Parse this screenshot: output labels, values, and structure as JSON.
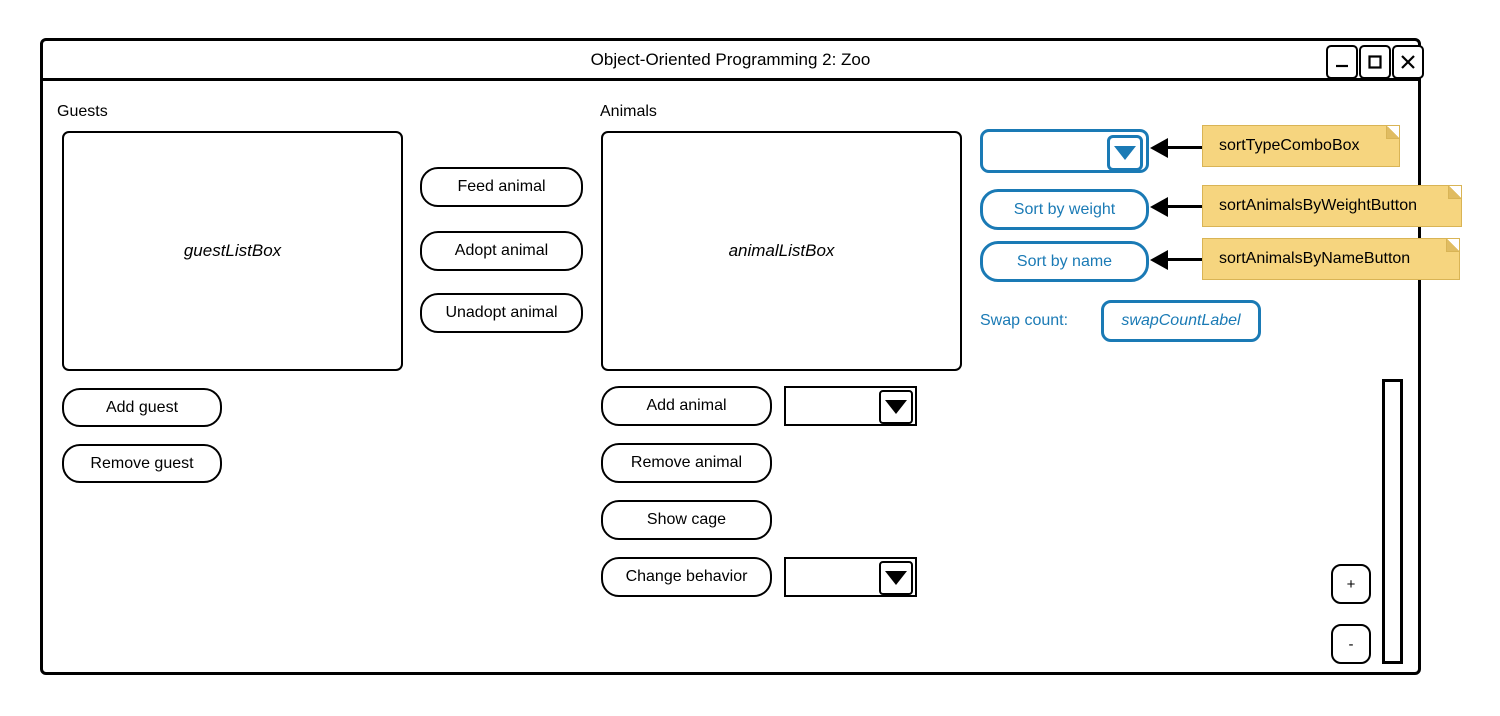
{
  "window": {
    "title": "Object-Oriented Programming 2: Zoo",
    "controls": {
      "minimize": "minimize-icon",
      "maximize": "maximize-icon",
      "close": "close-icon"
    }
  },
  "guests_panel": {
    "label": "Guests",
    "listbox_placeholder": "guestListBox",
    "buttons": [
      {
        "label": "Add guest"
      },
      {
        "label": "Remove guest"
      }
    ]
  },
  "middle_actions": {
    "buttons": [
      {
        "label": "Feed animal"
      },
      {
        "label": "Adopt animal"
      },
      {
        "label": "Unadopt animal"
      }
    ]
  },
  "animals_panel": {
    "label": "Animals",
    "listbox_placeholder": "animalListBox",
    "buttons": [
      {
        "label": "Add animal"
      },
      {
        "label": "Remove animal"
      },
      {
        "label": "Show cage"
      },
      {
        "label": "Change behavior"
      }
    ],
    "combos": [
      {
        "name": "add-animal-combo",
        "value": ""
      },
      {
        "name": "change-behavior-combo",
        "value": ""
      }
    ]
  },
  "sort_panel": {
    "combo_value": "",
    "sort_by_weight_label": "Sort by weight",
    "sort_by_name_label": "Sort by name",
    "swap_count_label": "Swap count:",
    "swap_count_value": "swapCountLabel"
  },
  "stepper": {
    "increase_label": "+",
    "decrease_label": "-"
  },
  "annotations": [
    {
      "text": "sortTypeComboBox"
    },
    {
      "text": "sortAnimalsByWeightButton"
    },
    {
      "text": "sortAnimalsByNameButton"
    }
  ],
  "colors": {
    "accent_blue": "#1a7ab5",
    "note_yellow": "#f6d57f",
    "outline_black": "#000000"
  }
}
